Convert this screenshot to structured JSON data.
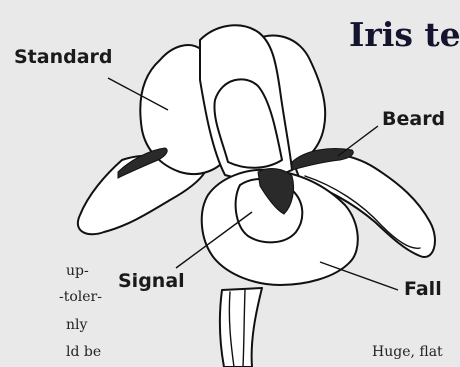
{
  "title": "Iris te",
  "labels": {
    "standard": "Standard",
    "beard": "Beard",
    "signal": "Signal",
    "fall": "Fall"
  },
  "text_fragments": [
    "up-",
    "-toler-",
    "nly",
    "ld be",
    "Huge, flat"
  ],
  "colors": {
    "background": "#e9e9e9",
    "line": "#111111",
    "petal_fill": "#ffffff",
    "title": "#14142e"
  }
}
